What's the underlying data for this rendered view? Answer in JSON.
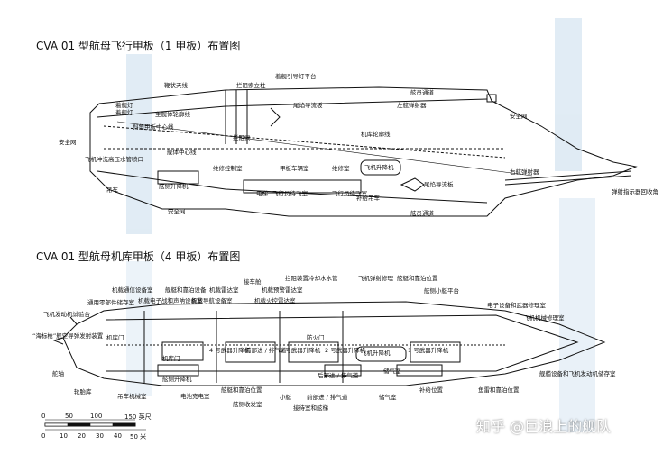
{
  "top": {
    "title": "CVA 01 型航母飞行甲板（1 甲板）布置图",
    "labels": {
      "l_guide_light": "着舰引导灯平台",
      "l_antenna": "鞭状天线",
      "l_barrier_post": "拦阻索立柱",
      "l_guide_lamp": "着舰灯",
      "l_landing_light": "着舰灯",
      "l_main_wheel": "主舰体轮廓线",
      "l_angled_center": "斜角甲板中心线",
      "l_tail_flow_1": "尾焰导流板",
      "l_arrest_wire": "拦阻索",
      "l_port_catapult": "左舷弹射器",
      "l_gangway_1": "舷员通道",
      "l_safety_net_1": "安全网",
      "l_safety_net_2": "安全网",
      "l_hull_center": "舰体中心线",
      "l_hangar_outline": "机库轮廓线",
      "l_aircraft_rinse": "飞机冲洗高压水管喷口",
      "l_maint_ctrl": "维修控制室",
      "l_deck_store": "甲板车辆室",
      "l_maint_room": "维修室",
      "l_aircraft_lift": "飞机升降机",
      "l_stbd_catapult": "右舷弹射器",
      "l_crane": "吊车",
      "l_side_lift": "舷侧升降机",
      "l_elevator": "电梯",
      "l_aircraft_exit": "飞行员待飞室",
      "l_tail_flow_2": "尾焰导流板",
      "l_refuel": "补给吊车",
      "l_catapult_indicator": "弹射指示器回收角",
      "l_safety_net_3": "安全网",
      "l_gangway_2": "舷员通道",
      "l_aircraft_prep": "飞行员待飞室"
    }
  },
  "bottom": {
    "title": "CVA 01 型航母机库甲板（4 甲板）布置图",
    "labels": {
      "b_radio": "机载通信设备室",
      "b_boat_storage": "舰艇和靠泊设备",
      "b_electronic": "机载雷达室",
      "b_hangar_cabin": "接车舱",
      "b_nav_fire": "拦阻装置冷却水水管",
      "b_aircraft_work": "飞机弹射修理",
      "b_boat_pos": "舷艇和靠泊位置",
      "b_boat_platform": "舷侧小艇平台",
      "b_engine_test": "飞机发动机试验台",
      "b_common_parts": "通用零部件储存室",
      "b_aircraft_elec": "机载电子战和声呐设备室",
      "b_aircraft_nav": "机载导航设备室",
      "b_aircraft_radar": "机载预警雷达室",
      "b_aircraft_mis": "机载火控雷达室",
      "b_fighter_repair": "飞机机械修理室",
      "b_electrical": "电子设备和武器修理室",
      "b_hangar_door_1": "机库门",
      "b_fire_door": "防火门",
      "b_seaslug": "“海标枪”舰空导弹发射装置",
      "b_weapon_lift_4": "4 号武器升降机",
      "b_weapon_lift_3": "3 号武器升降机",
      "b_weapon_lift_2": "2 号武器升降机",
      "b_weapon_lift_1": "1 号武器升降机",
      "b_front_air": "前部进 / 排气道",
      "b_rear_air": "后部进 / 排气道",
      "b_hangar_door_2": "机库门",
      "b_aircraft_lift": "飞机升降机",
      "b_rudder": "舵轴",
      "b_side_lift": "舷侧升降机",
      "b_stores": "储气室",
      "b_cable": "补给位置",
      "b_bow_equip": "舰艏设备和飞机发动机储存室",
      "b_wheel": "轮胎库",
      "b_hangar_crane": "吊车机械室",
      "b_battery": "电池充电室",
      "b_boat_berth": "舷艇和靠泊位置",
      "b_small_room": "小艇",
      "b_hose_room": "舷侧收发室",
      "b_torpedo": "鱼雷和靠泊位置",
      "b_spare": "接待室和舷梯",
      "b_lube": "储气室",
      "b_front_light": "前部进 / 排气道"
    }
  },
  "scale": {
    "ft_ticks": [
      "0",
      "50",
      "100",
      "150 英尺"
    ],
    "m_ticks": [
      "0",
      "10",
      "20",
      "30",
      "40",
      "50 米"
    ]
  },
  "watermark": "知乎 @巨浪上的舰队",
  "colors": {
    "outline": "#111111",
    "text": "#111111",
    "fill": "#ffffff",
    "side_bleed": "#a8c8e2"
  }
}
